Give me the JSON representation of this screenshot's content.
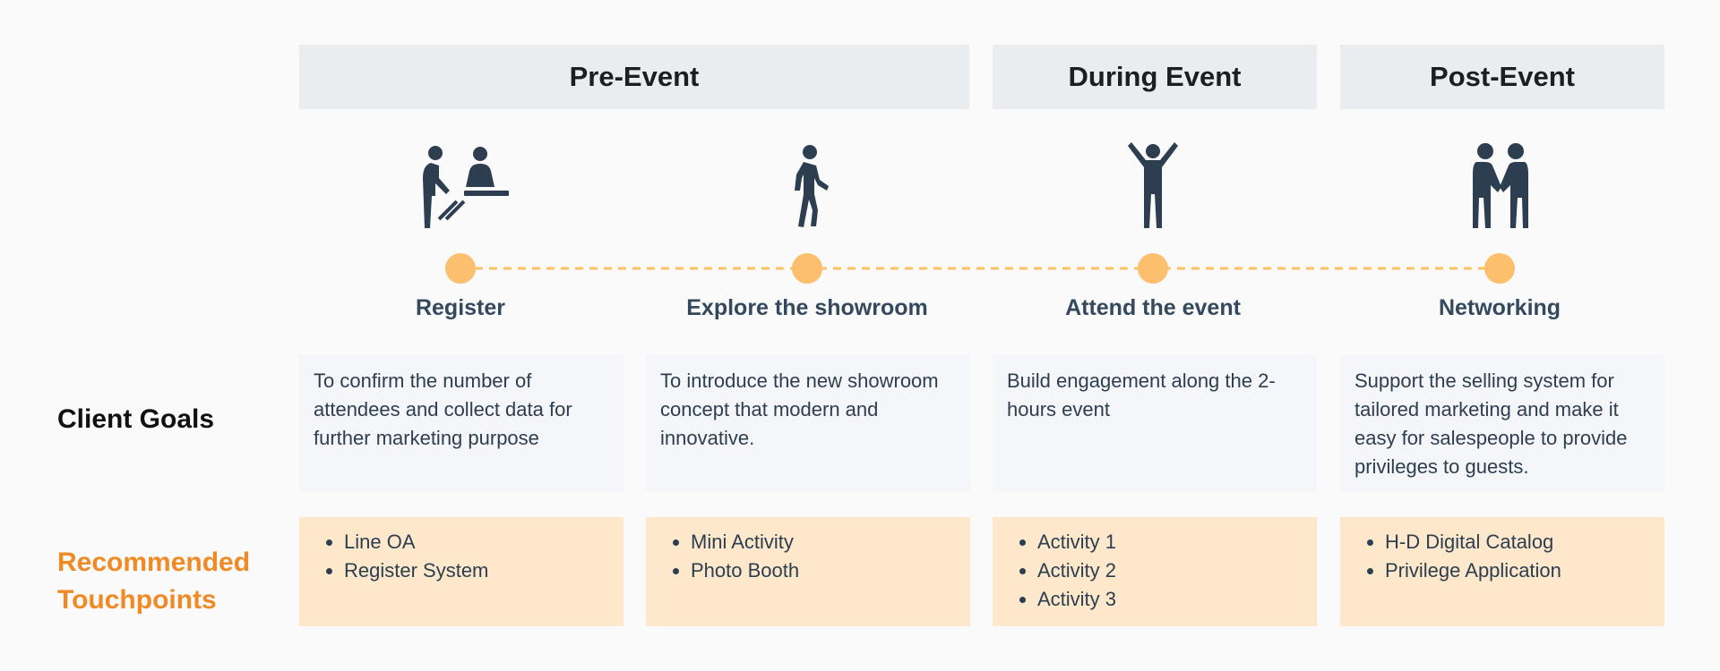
{
  "phases": [
    {
      "label": "Pre-Event"
    },
    {
      "label": "During Event"
    },
    {
      "label": "Post-Event"
    }
  ],
  "icons": [
    "register-people-icon",
    "walking-person-icon",
    "cheering-person-icon",
    "handshake-icon"
  ],
  "colors": {
    "timeline_dot": "#fbbf6e",
    "timeline_line": "#f9c264",
    "icon": "#2d3e50",
    "phase_bg": "#e9edf0",
    "goal_bg": "#f4f6f9",
    "touch_bg": "#fee8cb",
    "touch_label": "#f08a24"
  },
  "steps": [
    {
      "label": "Register"
    },
    {
      "label": "Explore the showroom"
    },
    {
      "label": "Attend the event"
    },
    {
      "label": "Networking"
    }
  ],
  "rows": {
    "goals_label": "Client Goals",
    "touchpoints_label": "Recommended Touchpoints"
  },
  "goals": [
    "To confirm the number of attendees and collect data for further marketing purpose",
    "To introduce the new showroom concept that modern and innovative.",
    "Build engagement along the 2-hours event",
    "Support the selling system for tailored marketing and make it easy for salespeople to provide privileges to guests."
  ],
  "touchpoints": [
    [
      "Line OA",
      "Register System"
    ],
    [
      "Mini Activity",
      "Photo Booth"
    ],
    [
      "Activity 1",
      "Activity 2",
      "Activity 3"
    ],
    [
      "H-D Digital Catalog",
      "Privilege Application"
    ]
  ]
}
